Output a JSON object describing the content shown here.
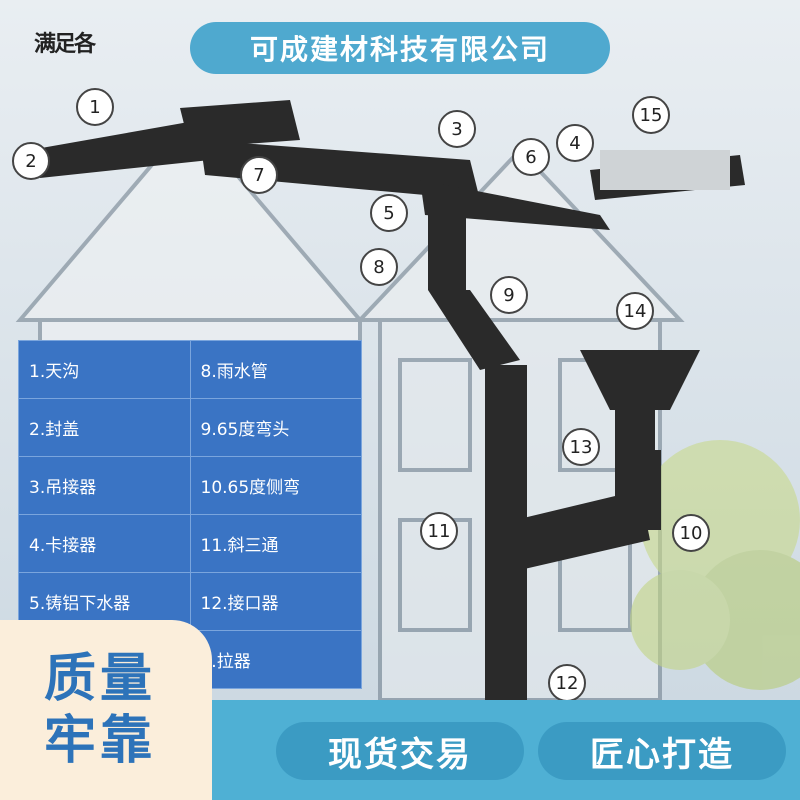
{
  "header": {
    "corner_text": "满足各",
    "banner": "可成建材科技有限公司"
  },
  "parts_table": {
    "rows": [
      [
        "1.天沟",
        "8.雨水管"
      ],
      [
        "2.封盖",
        "9.65度弯头"
      ],
      [
        "3.吊接器",
        "10.65度侧弯"
      ],
      [
        "4.卡接器",
        "11.斜三通"
      ],
      [
        "5.铸铝下水器",
        "12.接口器"
      ],
      [
        "",
        "...拉器"
      ]
    ]
  },
  "callouts": [
    "1",
    "2",
    "3",
    "4",
    "5",
    "6",
    "7",
    "8",
    "9",
    "10",
    "11",
    "12",
    "13",
    "14",
    "15"
  ],
  "badge": {
    "line1": "质量",
    "line2": "牢靠"
  },
  "slogans": {
    "left": "现货交易",
    "right": "匠心打造"
  },
  "colors": {
    "banner": "#4fa9cf",
    "table": "#3a74c4",
    "badge_text": "#2d73b9",
    "pipe": "#2a2a2a"
  }
}
